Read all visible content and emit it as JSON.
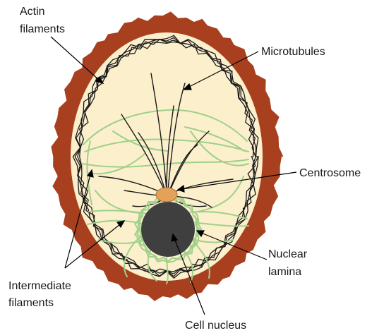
{
  "diagram": {
    "labels": {
      "actin": [
        "Actin",
        "filaments"
      ],
      "microtubules": "Microtubules",
      "centrosome": "Centrosome",
      "nuclear_lamina": [
        "Nuclear",
        "lamina"
      ],
      "intermediate": [
        "Intermediate",
        "filaments"
      ],
      "cell_nucleus": "Cell nucleus"
    },
    "colors": {
      "membrane": "#a8401f",
      "cytoplasm": "#fbefcc",
      "actin": "#1a1a1a",
      "microtubule": "#1a1a1a",
      "intermediate": "#9fd08a",
      "centrosome": "#e3a15a",
      "nucleus": "#3f3f3f",
      "leader": "#000000"
    }
  }
}
